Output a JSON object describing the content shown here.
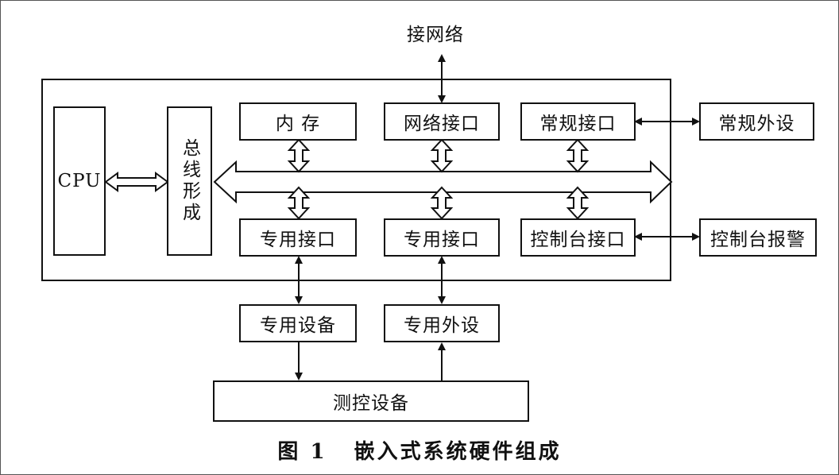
{
  "nodes": {
    "network_top": "接网络",
    "cpu": "CPU",
    "bus": "总线形成",
    "memory": "内 存",
    "net_iface": "网络接口",
    "general_iface": "常规接口",
    "general_peripheral": "常规外设",
    "special_iface_1": "专用接口",
    "special_iface_2": "专用接口",
    "console_iface": "控制台接口",
    "console_alarm": "控制台报警",
    "special_device": "专用设备",
    "special_peripheral": "专用外设",
    "monitor_device": "测控设备"
  },
  "caption": {
    "figure_num": "图 1",
    "title": "嵌入式系统硬件组成"
  }
}
